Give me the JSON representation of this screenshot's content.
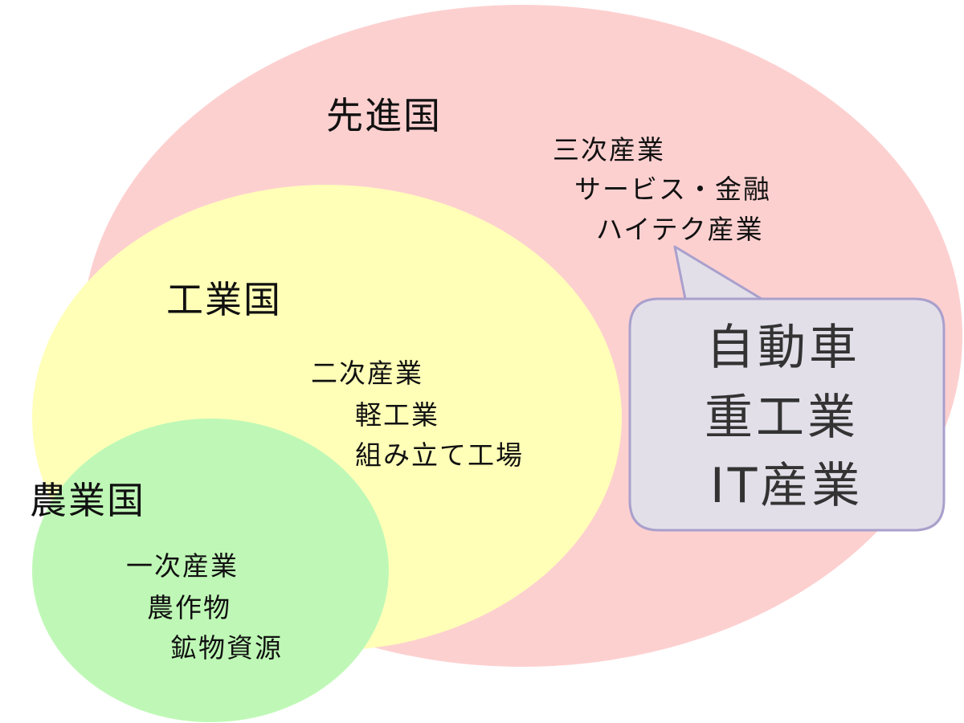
{
  "colors": {
    "advanced_fill": "#fdd0d0",
    "industrial_fill": "#ffffb8",
    "agricultural_fill": "#bff8b6",
    "bubble_fill": "#e2dfe9",
    "bubble_border": "#a9a0cc",
    "text": "#111111",
    "bubble_text": "#333333"
  },
  "advanced": {
    "title": "先進国",
    "items": [
      "三次産業",
      "サービス・金融",
      "ハイテク産業"
    ]
  },
  "industrial": {
    "title": "工業国",
    "items": [
      "二次産業",
      "軽工業",
      "組み立て工場"
    ]
  },
  "agricultural": {
    "title": "農業国",
    "items": [
      "一次産業",
      "農作物",
      "鉱物資源"
    ]
  },
  "callout": {
    "lines": [
      "自動車",
      "重工業",
      "IT産業"
    ]
  }
}
